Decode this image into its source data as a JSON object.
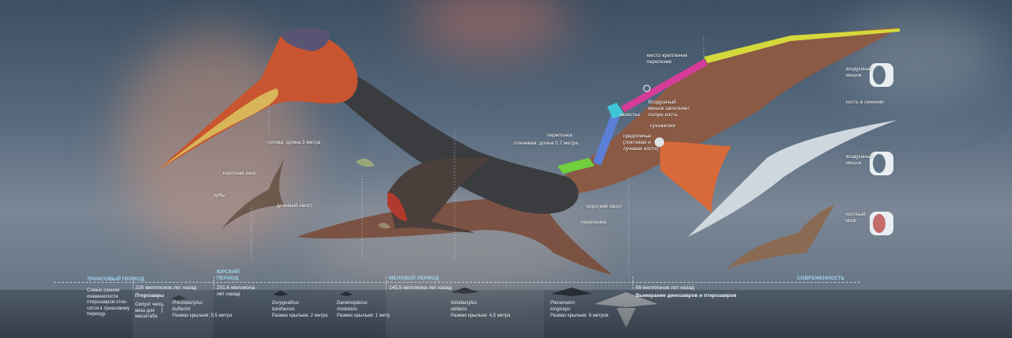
{
  "anatomy": {
    "head": "голова: длина 3 метра",
    "membrane_attach": "место крепления\nперепонки",
    "air_sac_fills": "Воздушный\nмешок заполняет\nполую кость",
    "wrist": "запястье",
    "tendon": "сухожилия",
    "forearm": "предплечье\n(локтевая и\nлучевая кости)",
    "membrane_upper": "перепонка",
    "humerus": "плечевая: длина 0,7 метра",
    "short_tail": "короткий хвост",
    "membrane_lower": "перепонка"
  },
  "small_pterosaur": {
    "short_neck": "короткая шея",
    "teeth": "зубы",
    "long_tail": "длинный хвост"
  },
  "bones": {
    "air_sac_1": "воздушный\nмешок",
    "bone_section": "кость в сечении",
    "air_sac_2": "воздушный\nмешок",
    "marrow": "костный\nмозг"
  },
  "periods": {
    "triassic": "ТРИАСОВЫЙ ПЕРИОД",
    "jurassic": "ЮРСКИЙ\nПЕРИОД",
    "cretaceous": "МЕЛОВОЙ ПЕРИОД",
    "modern": "СОВРЕМЕННОСТЬ"
  },
  "dates": {
    "d1": "228 миллионов лет назад",
    "d2": "201,6 миллиона\nлет назад",
    "d3": "145,5 миллиона лет назад",
    "d4": "66 миллионов лет назад",
    "extinction": "Вымирание динозавров и птерозавров"
  },
  "intro": {
    "note": "Самые ранние\nокаменелости\nптерозавров отно-\nсятся к триасовому\nпериоду.",
    "group": "Птерозавры",
    "scale": "Силуэт чело-\nвека для\nмасштаба"
  },
  "species": [
    {
      "name": "Preondactylus\nbuffarinii",
      "wing": "Размах крыльев: 0,5 метра"
    },
    {
      "name": "Dorygnathus\nbanthensis",
      "wing": "Размах крыльев: 2 метра"
    },
    {
      "name": "Darwinopterus\nmodularis",
      "wing": "Размах крыльев: 1 метр"
    },
    {
      "name": "Istiodactylus\nlatidens",
      "wing": "Размах крыльев: 4,5 метра"
    },
    {
      "name": "Pteranodon\nlongiceps",
      "wing": "Размах крыльев: 6 метров"
    }
  ],
  "colors": {
    "beak": "#d9b55a",
    "crest": "#5a5474",
    "face": "#c8552f",
    "wing_membrane": "#8b5a45",
    "bone_green": "#6fcf3d",
    "bone_blue": "#5b7fd6",
    "bone_magenta": "#d63b9a",
    "bone_yellow": "#d6d93b",
    "bone_cyan": "#3fc6d6",
    "period_text": "#9fd3ec"
  }
}
